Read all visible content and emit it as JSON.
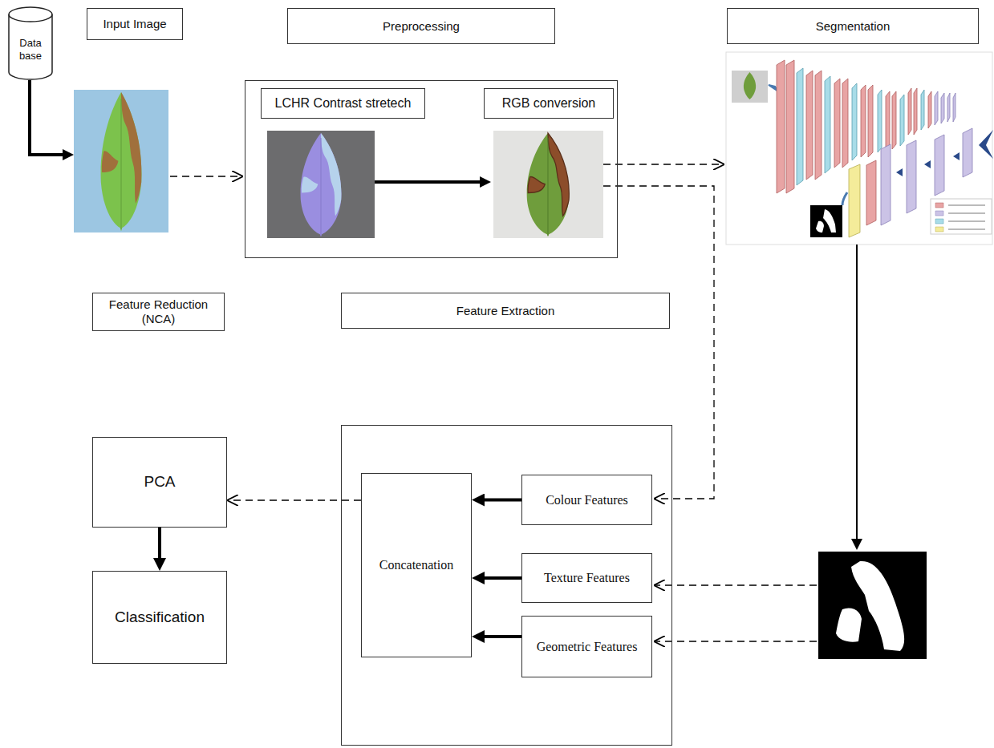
{
  "diagram": {
    "nodes": [
      {
        "text": [
          "Data base"
        ]
      },
      {
        "text": [
          "Input Image"
        ]
      },
      {
        "text": [
          "Preprocessing"
        ]
      },
      {
        "text": [
          "LCHR Contrast stretech"
        ],
        "in": 2
      },
      {
        "text": [
          "RGB conversion"
        ],
        "in": 2
      },
      {
        "text": [
          "Segmentation"
        ]
      },
      {
        "text": [
          "Feature Reduction (NCA)"
        ]
      },
      {
        "text": [
          "Feature Extraction"
        ]
      },
      {
        "text": [
          "PCA"
        ]
      },
      {
        "text": [
          "Classification"
        ]
      },
      {
        "text": [
          "Concatenation"
        ],
        "in": 7
      },
      {
        "text": [
          "Colour Features"
        ],
        "in": 7
      },
      {
        "text": [
          "Texture Features"
        ],
        "in": 7
      },
      {
        "text": [
          "Geometric Features"
        ],
        "in": 7
      }
    ],
    "edges": [
      {
        "from": 11,
        "to": 10,
        "arrow": "to"
      },
      {
        "from": 12,
        "to": 10,
        "arrow": "to"
      },
      {
        "from": 13,
        "to": 10,
        "arrow": "to"
      },
      {
        "from": 10,
        "to": 8,
        "arrow": "to"
      },
      {
        "from": 8,
        "to": 9,
        "arrow": "to"
      }
    ]
  }
}
